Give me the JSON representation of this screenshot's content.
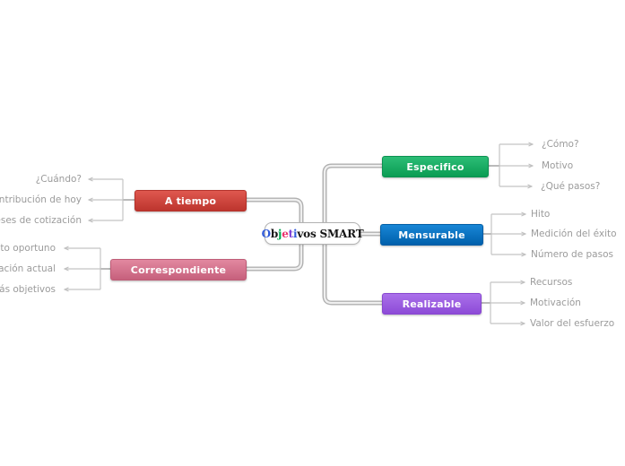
{
  "central": {
    "title": "Objetivos SMART",
    "letters": [
      {
        "ch": "O",
        "color": "#2f5ada"
      },
      {
        "ch": "b",
        "color": "#151515"
      },
      {
        "ch": "j",
        "color": "#00a650"
      },
      {
        "ch": "e",
        "color": "#e8336d"
      },
      {
        "ch": "t",
        "color": "#7b3fd8"
      },
      {
        "ch": "i",
        "color": "#2f5ada"
      },
      {
        "ch": "v",
        "color": "#151515"
      },
      {
        "ch": "o",
        "color": "#151515"
      },
      {
        "ch": "s",
        "color": "#151515"
      },
      {
        "ch": " SMART",
        "color": "#151515"
      }
    ]
  },
  "topics": {
    "especifico": {
      "label": "Especifico",
      "color": "#12a75f",
      "children": [
        "¿Cómo?",
        "Motivo",
        "¿Qué pasos?"
      ]
    },
    "mensurable": {
      "label": "Mensurable",
      "color": "#0072c0",
      "children": [
        "Hito",
        "Medición del éxito",
        "Número de pasos"
      ]
    },
    "realizable": {
      "label": "Realizable",
      "color": "#9a5ce0",
      "children": [
        "Recursos",
        "Motivación",
        "Valor del esfuerzo"
      ]
    },
    "a_tiempo": {
      "label": "A tiempo",
      "color": "#cf4840",
      "children": [
        "¿Cuándo?",
        "Contribución de hoy",
        "meses de cotización"
      ]
    },
    "correspondiente": {
      "label": "Correspondiente",
      "color": "#d4738c",
      "children": [
        "ento oportuno",
        "tuación actual",
        "más objetivos"
      ]
    }
  }
}
